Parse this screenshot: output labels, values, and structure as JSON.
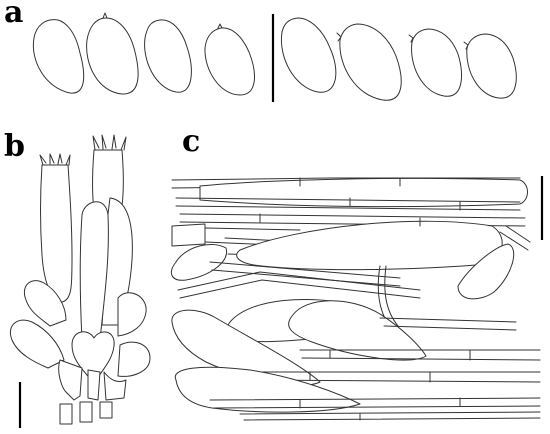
{
  "panels": {
    "a": {
      "label": "a"
    },
    "b": {
      "label": "b"
    },
    "c": {
      "label": "c"
    }
  }
}
